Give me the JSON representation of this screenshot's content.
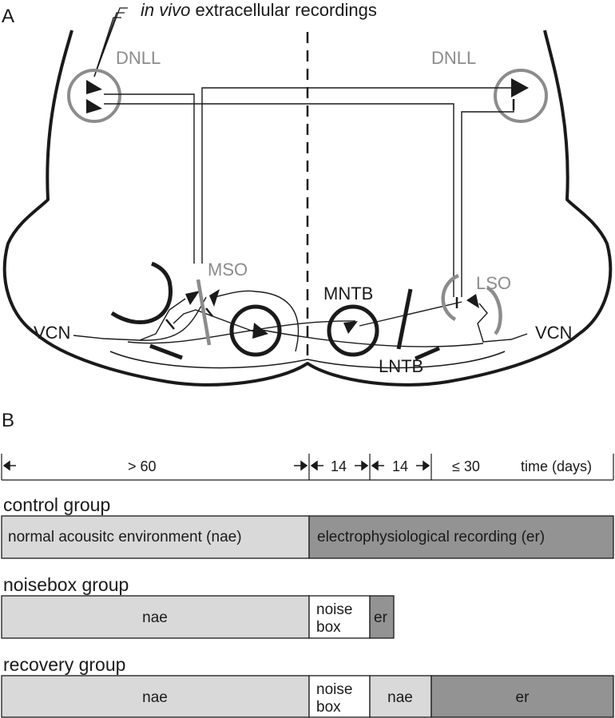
{
  "panel_a": {
    "letter": "A",
    "recording_note_italic": "in vivo",
    "recording_note_rest": " extracellular recordings",
    "labels": {
      "dnll_left": "DNLL",
      "dnll_right": "DNLL",
      "mso": "MSO",
      "lso": "LSO",
      "mntb": "MNTB",
      "lntb": "LNTB",
      "vcn_left": "VCN",
      "vcn_right": "VCN"
    },
    "colors": {
      "outline": "#1a1a1a",
      "grey_structure": "#8c8c8c"
    }
  },
  "panel_b": {
    "letter": "B",
    "timeline": {
      "segments": [
        {
          "label": "> 60",
          "days_text": "> 60"
        },
        {
          "label": "14"
        },
        {
          "label": "14"
        },
        {
          "label": "≤ 30"
        }
      ],
      "axis_label": "time (days)"
    },
    "groups": [
      {
        "title": "control group",
        "bars": [
          {
            "label": "normal acousitc environment (nae)",
            "kind": "nae",
            "start": 0,
            "span": 1
          },
          {
            "label": "electrophysiological recording (er)",
            "kind": "er",
            "start": 1,
            "span": 3
          }
        ]
      },
      {
        "title": "noisebox group",
        "bars": [
          {
            "label": "nae",
            "kind": "nae",
            "start": 0,
            "span": 1
          },
          {
            "label": "noise box",
            "line1": "noise",
            "line2": "box",
            "kind": "noise",
            "start": 1,
            "span": 1
          },
          {
            "label": "er",
            "kind": "er",
            "start": 2,
            "span": 0.4
          }
        ]
      },
      {
        "title": "recovery group",
        "bars": [
          {
            "label": "nae",
            "kind": "nae",
            "start": 0,
            "span": 1
          },
          {
            "label": "noise box",
            "line1": "noise",
            "line2": "box",
            "kind": "noise",
            "start": 1,
            "span": 1
          },
          {
            "label": "nae",
            "kind": "nae",
            "start": 2,
            "span": 1
          },
          {
            "label": "er",
            "kind": "er",
            "start": 3,
            "span": 1
          }
        ]
      }
    ],
    "colors": {
      "nae": "#d9d9d9",
      "er": "#939393",
      "noise": "#ffffff",
      "border": "#1a1a1a"
    }
  }
}
